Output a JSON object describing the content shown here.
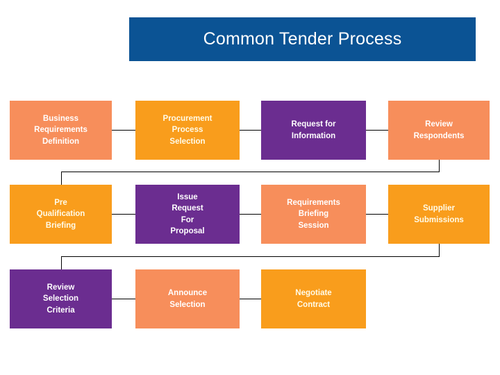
{
  "header": {
    "title": "Common Tender Process",
    "background_color": "#0B5394",
    "text_color": "#FFFFFF"
  },
  "palette": {
    "salmon": "#F78E5B",
    "orange": "#F99D1C",
    "purple": "#6B2D90",
    "connector": "#000000",
    "canvas": "#FFFFFF"
  },
  "diagram": {
    "type": "process-flow",
    "rows": 3,
    "columns": 4,
    "flow_direction": "left-to-right, serpentine via drop connectors",
    "nodes": [
      {
        "id": "n1",
        "row": 1,
        "col": 1,
        "label": "Business\nRequirements\nDefinition",
        "color": "salmon"
      },
      {
        "id": "n2",
        "row": 1,
        "col": 2,
        "label": "Procurement\nProcess\nSelection",
        "color": "orange"
      },
      {
        "id": "n3",
        "row": 1,
        "col": 3,
        "label": "Request for\nInformation",
        "color": "purple"
      },
      {
        "id": "n4",
        "row": 1,
        "col": 4,
        "label": "Review\nRespondents",
        "color": "salmon"
      },
      {
        "id": "n5",
        "row": 2,
        "col": 1,
        "label": "Pre\nQualification\nBriefing",
        "color": "orange"
      },
      {
        "id": "n6",
        "row": 2,
        "col": 2,
        "label": "Issue\nRequest\nFor\nProposal",
        "color": "purple"
      },
      {
        "id": "n7",
        "row": 2,
        "col": 3,
        "label": "Requirements\nBriefing\nSession",
        "color": "salmon"
      },
      {
        "id": "n8",
        "row": 2,
        "col": 4,
        "label": "Supplier\nSubmissions",
        "color": "orange"
      },
      {
        "id": "n9",
        "row": 3,
        "col": 1,
        "label": "Review\nSelection\nCriteria",
        "color": "purple"
      },
      {
        "id": "n10",
        "row": 3,
        "col": 2,
        "label": "Announce\nSelection",
        "color": "salmon"
      },
      {
        "id": "n11",
        "row": 3,
        "col": 3,
        "label": "Negotiate\nContract",
        "color": "orange"
      }
    ],
    "connectors": [
      {
        "id": "c1",
        "from": "n1",
        "to": "n2",
        "kind": "horizontal"
      },
      {
        "id": "c2",
        "from": "n2",
        "to": "n3",
        "kind": "horizontal"
      },
      {
        "id": "c3",
        "from": "n3",
        "to": "n4",
        "kind": "horizontal"
      },
      {
        "id": "c4",
        "from": "n4",
        "to": "n5",
        "kind": "drop-wrap"
      },
      {
        "id": "c5",
        "from": "n5",
        "to": "n6",
        "kind": "horizontal"
      },
      {
        "id": "c6",
        "from": "n6",
        "to": "n7",
        "kind": "horizontal"
      },
      {
        "id": "c7",
        "from": "n7",
        "to": "n8",
        "kind": "horizontal"
      },
      {
        "id": "c8",
        "from": "n8",
        "to": "n9",
        "kind": "drop-wrap"
      },
      {
        "id": "c9",
        "from": "n9",
        "to": "n10",
        "kind": "horizontal"
      },
      {
        "id": "c10",
        "from": "n10",
        "to": "n11",
        "kind": "horizontal"
      }
    ]
  }
}
